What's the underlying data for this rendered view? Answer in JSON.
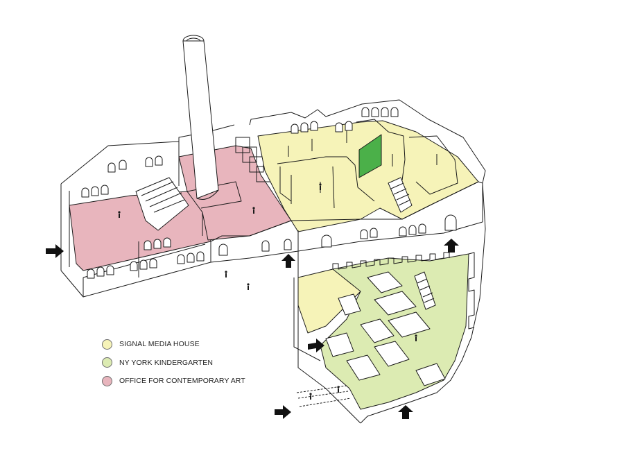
{
  "legend": {
    "items": [
      {
        "label": "SIGNAL MEDIA HOUSE",
        "color": "#f6f3b8"
      },
      {
        "label": "NY YORK KINDERGARTEN",
        "color": "#dcebb2"
      },
      {
        "label": "OFFICE FOR CONTEMPORARY ART",
        "color": "#e8b5bd"
      }
    ]
  },
  "colors": {
    "signal_media_house": "#f6f3b8",
    "kindergarten": "#dcebb2",
    "contemporary_art": "#e8b5bd",
    "accent_green": "#4bb049",
    "line": "#1a1a1a",
    "arrow": "#111111"
  }
}
